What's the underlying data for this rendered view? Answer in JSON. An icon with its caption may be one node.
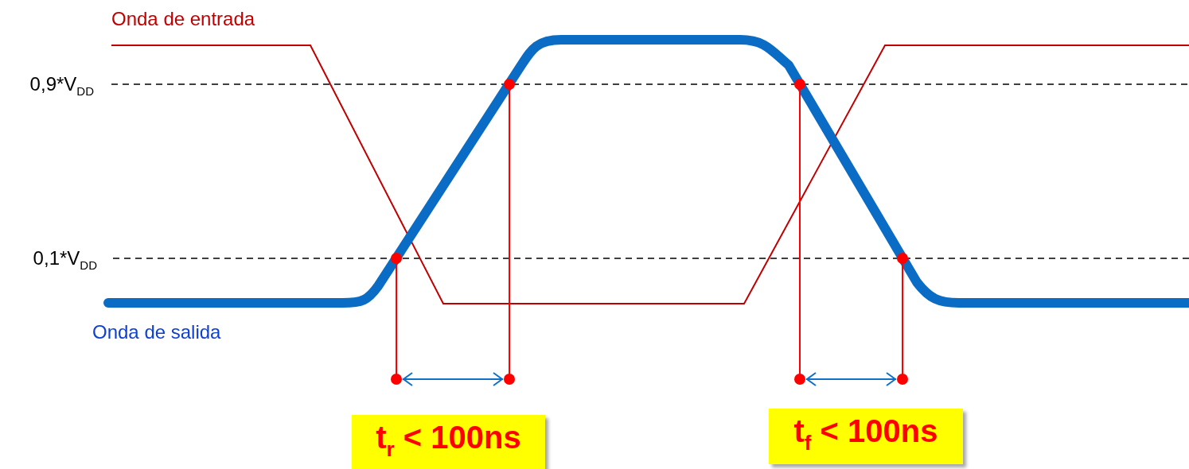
{
  "diagram": {
    "nodes": [
      {
        "text": [
          "t$_{r}$ < 100ns"
        ]
      },
      {
        "text": [
          "t$_{f}$ < 100ns"
        ]
      }
    ],
    "labels": [
      "Onda de entrada",
      "0,9*V$_{DD}$",
      "0,1*V$_{DD}$",
      "Onda de salida"
    ]
  }
}
